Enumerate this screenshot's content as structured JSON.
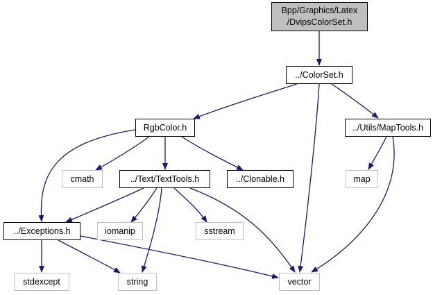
{
  "diagram": {
    "type": "include-dependency-graph",
    "edge_color": "#191970",
    "root_fill": "#bfbfbf",
    "nodes": [
      {
        "id": "dvips",
        "label_lines": [
          "Bpp/Graphics/Latex",
          "/DvipsColorSet.h"
        ],
        "kind": "root"
      },
      {
        "id": "colorset",
        "label": "../ColorSet.h",
        "kind": "local"
      },
      {
        "id": "rgbcolor",
        "label": "RgbColor.h",
        "kind": "local"
      },
      {
        "id": "maptools",
        "label": "../Utils/MapTools.h",
        "kind": "local"
      },
      {
        "id": "cmath",
        "label": "cmath",
        "kind": "system"
      },
      {
        "id": "texttools",
        "label": "../Text/TextTools.h",
        "kind": "local"
      },
      {
        "id": "clonable",
        "label": "../Clonable.h",
        "kind": "local"
      },
      {
        "id": "map",
        "label": "map",
        "kind": "system"
      },
      {
        "id": "exceptions",
        "label": "../Exceptions.h",
        "kind": "local"
      },
      {
        "id": "iomanip",
        "label": "iomanip",
        "kind": "system"
      },
      {
        "id": "sstream",
        "label": "sstream",
        "kind": "system"
      },
      {
        "id": "stdexcept",
        "label": "stdexcept",
        "kind": "system"
      },
      {
        "id": "string",
        "label": "string",
        "kind": "system"
      },
      {
        "id": "vector",
        "label": "vector",
        "kind": "system"
      }
    ],
    "edges": [
      {
        "from": "dvips",
        "to": "colorset"
      },
      {
        "from": "colorset",
        "to": "rgbcolor"
      },
      {
        "from": "colorset",
        "to": "vector"
      },
      {
        "from": "colorset",
        "to": "maptools"
      },
      {
        "from": "rgbcolor",
        "to": "exceptions"
      },
      {
        "from": "rgbcolor",
        "to": "cmath"
      },
      {
        "from": "rgbcolor",
        "to": "texttools"
      },
      {
        "from": "rgbcolor",
        "to": "clonable"
      },
      {
        "from": "maptools",
        "to": "map"
      },
      {
        "from": "maptools",
        "to": "vector"
      },
      {
        "from": "texttools",
        "to": "exceptions"
      },
      {
        "from": "texttools",
        "to": "iomanip"
      },
      {
        "from": "texttools",
        "to": "string"
      },
      {
        "from": "texttools",
        "to": "sstream"
      },
      {
        "from": "texttools",
        "to": "vector"
      },
      {
        "from": "exceptions",
        "to": "stdexcept"
      },
      {
        "from": "exceptions",
        "to": "string"
      },
      {
        "from": "exceptions",
        "to": "vector"
      }
    ]
  }
}
